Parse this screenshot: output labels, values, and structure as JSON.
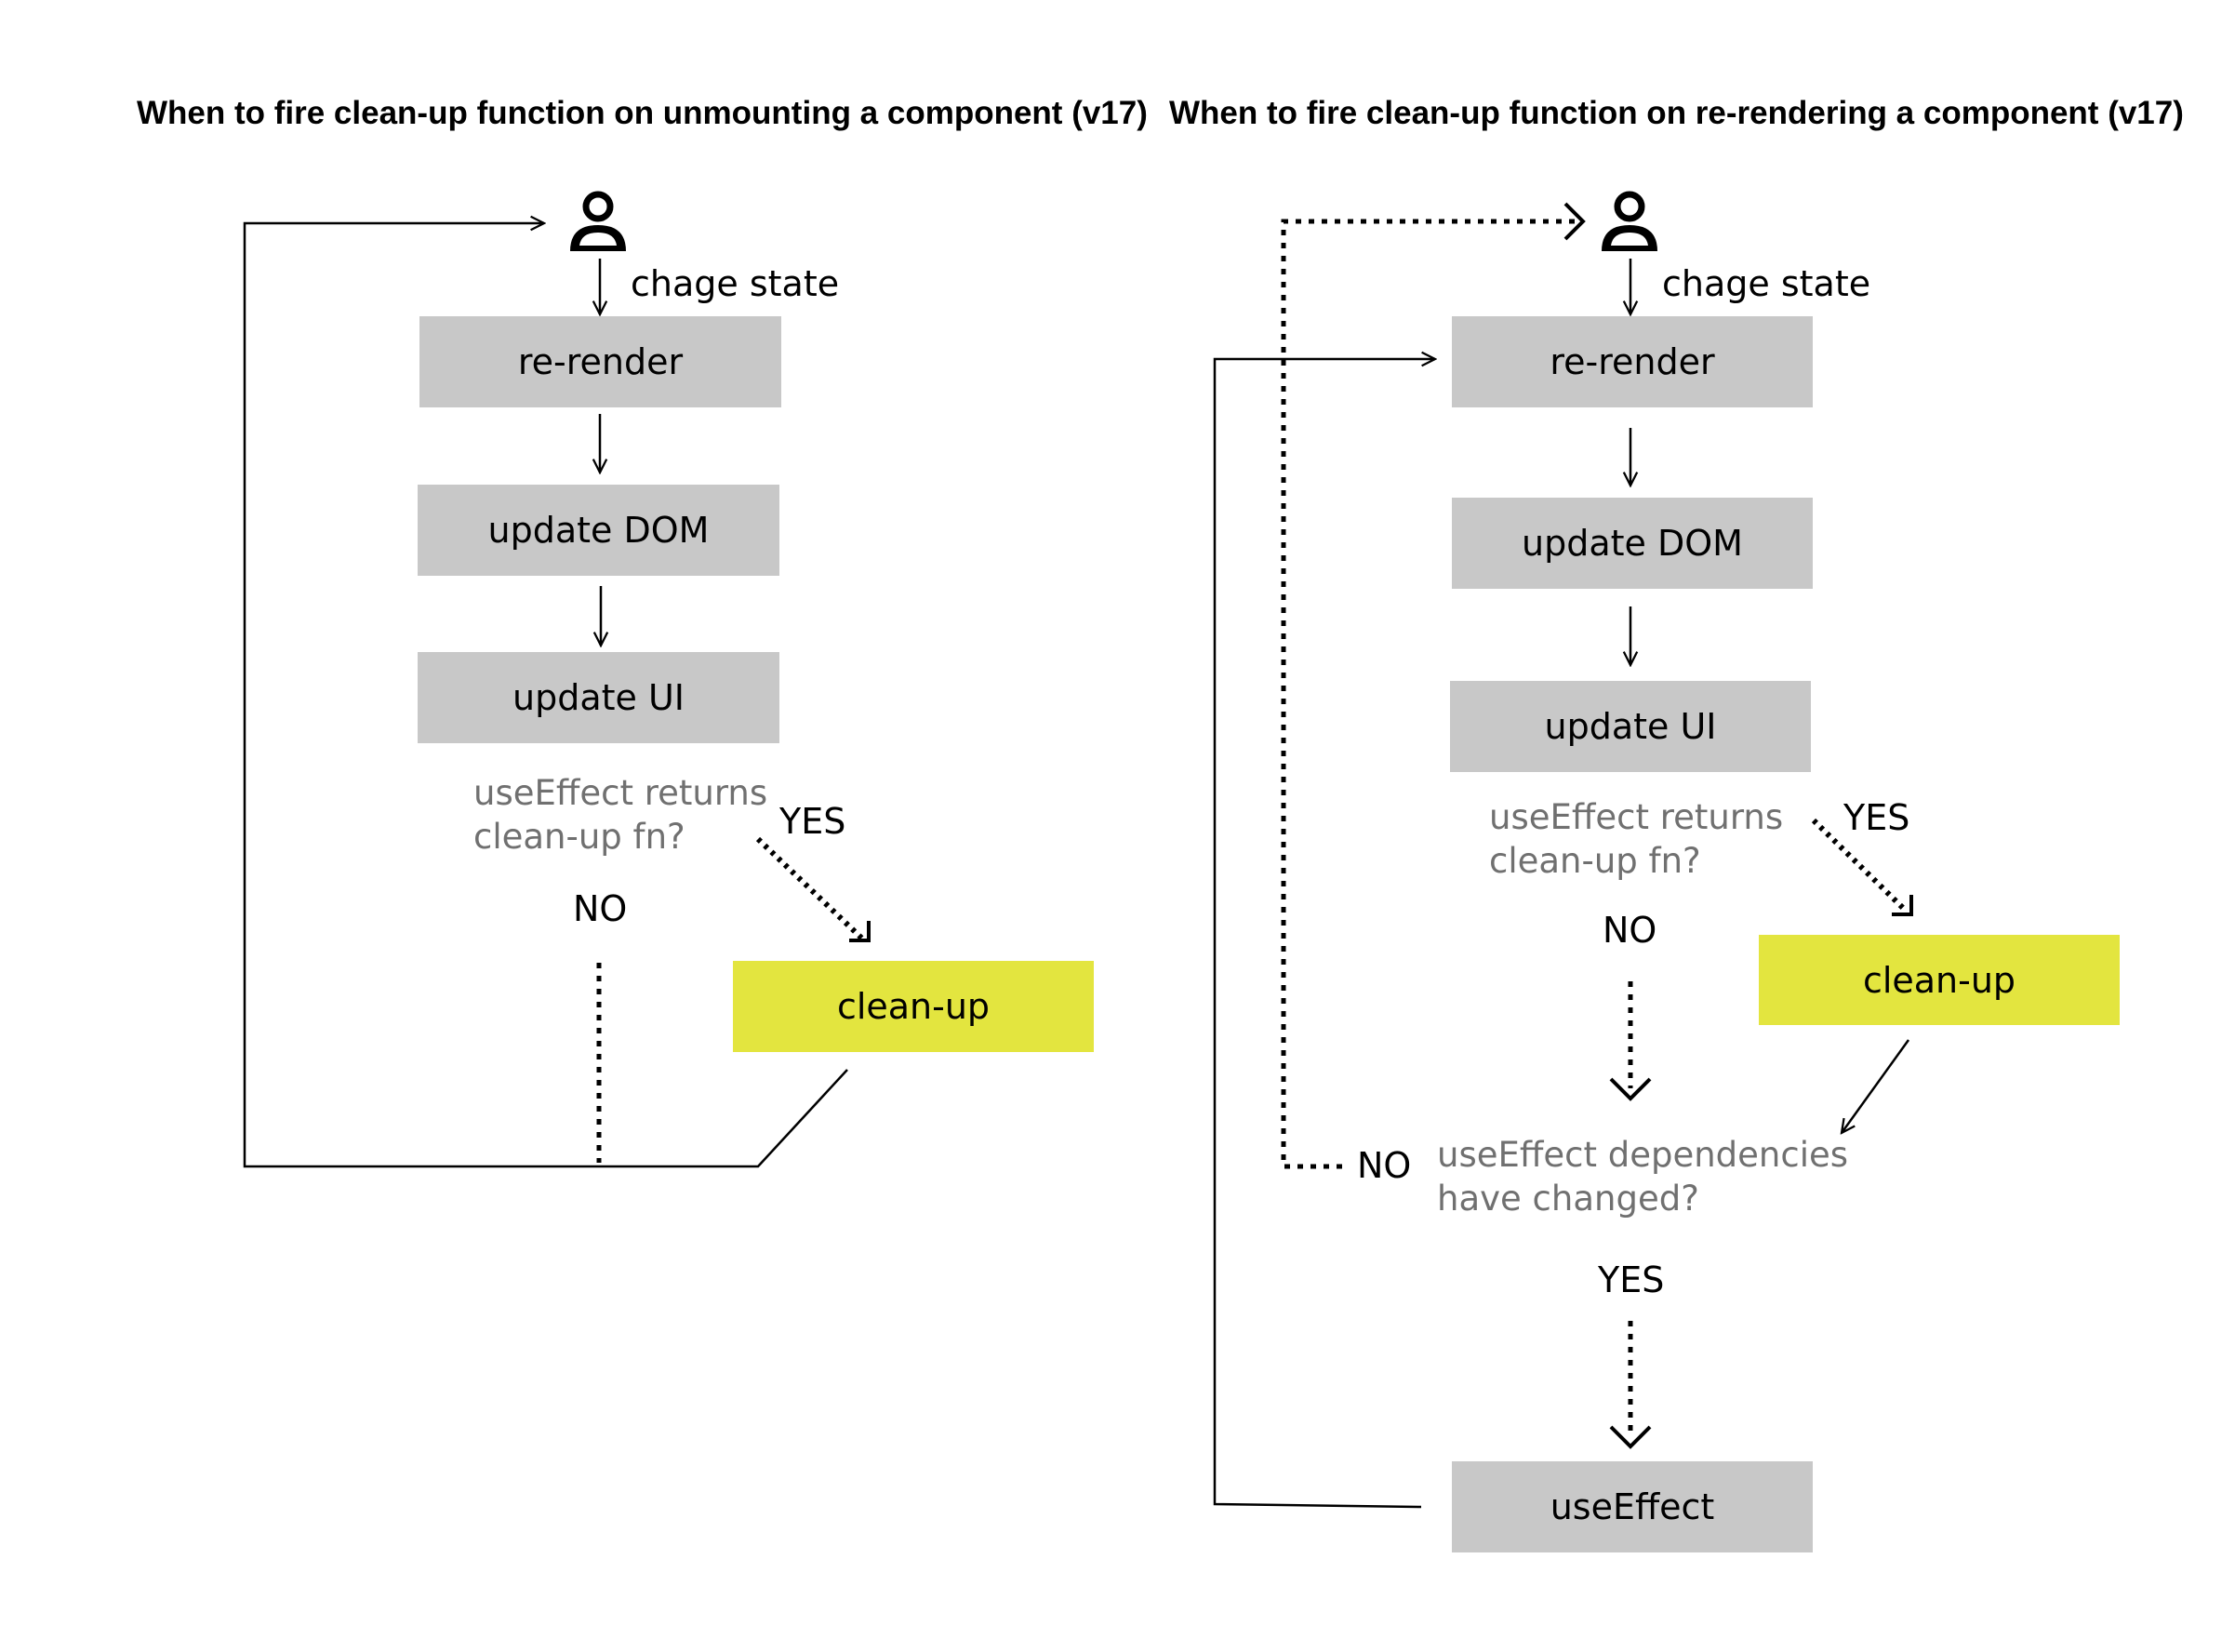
{
  "left": {
    "title": "When to fire clean-up function on unmounting a component (v17)",
    "change_state": "chage state",
    "re_render": "re-render",
    "update_dom": "update DOM",
    "update_ui": "update UI",
    "question_line1": "useEffect returns",
    "question_line2": "clean-up fn?",
    "yes": "YES",
    "no": "NO",
    "cleanup": "clean-up"
  },
  "right": {
    "title": "When to fire clean-up function on re-rendering a component (v17)",
    "change_state": "chage state",
    "re_render": "re-render",
    "update_dom": "update DOM",
    "update_ui": "update UI",
    "question_line1": "useEffect returns",
    "question_line2": "clean-up fn?",
    "yes": "YES",
    "no": "NO",
    "cleanup": "clean-up",
    "deps_question_line1": "useEffect dependencies",
    "deps_question_line2": "have changed?",
    "deps_yes": "YES",
    "deps_no": "NO",
    "use_effect": "useEffect"
  },
  "colors": {
    "process_box": "#c8c8c8",
    "cleanup_box": "#e3e53f",
    "question_text": "#707070"
  },
  "icons": {
    "user": "user-icon"
  }
}
